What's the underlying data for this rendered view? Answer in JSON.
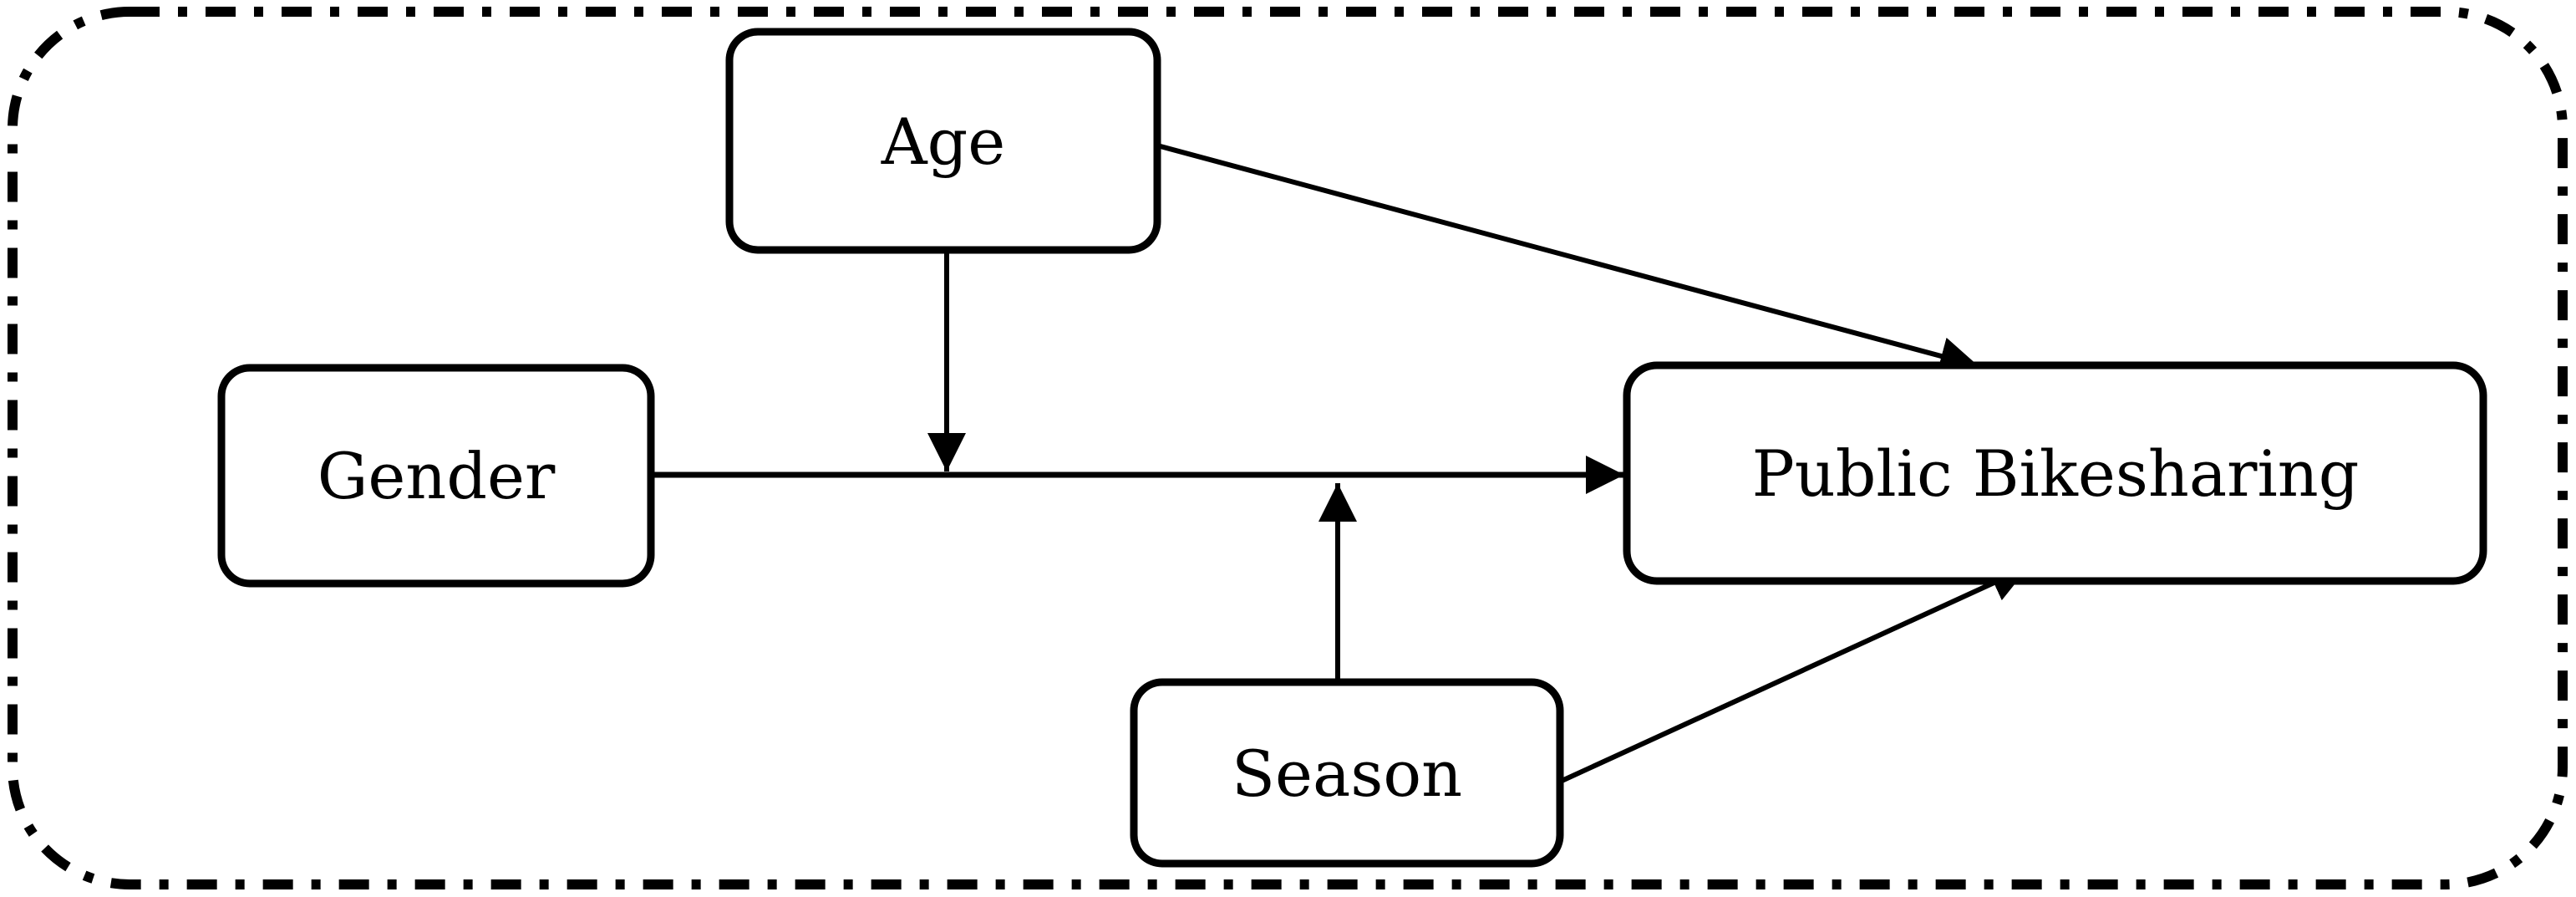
{
  "diagram": {
    "nodes": {
      "age": {
        "label": "Age"
      },
      "gender": {
        "label": "Gender"
      },
      "season": {
        "label": "Season"
      },
      "outcome": {
        "label": "Public Bikesharing"
      }
    },
    "edges": [
      {
        "from": "Gender",
        "to": "Public Bikesharing",
        "kind": "direct effect arrow"
      },
      {
        "from": "Age",
        "to": "Public Bikesharing",
        "kind": "direct effect arrow"
      },
      {
        "from": "Season",
        "to": "Public Bikesharing",
        "kind": "direct effect arrow"
      },
      {
        "from": "Age",
        "to": "Gender-Public Bikesharing path",
        "kind": "moderation arrow"
      },
      {
        "from": "Season",
        "to": "Gender-Public Bikesharing path",
        "kind": "moderation arrow"
      }
    ],
    "colors": {
      "stroke": "#000000",
      "node_fill": "#ffffff",
      "background": "#ffffff"
    }
  }
}
